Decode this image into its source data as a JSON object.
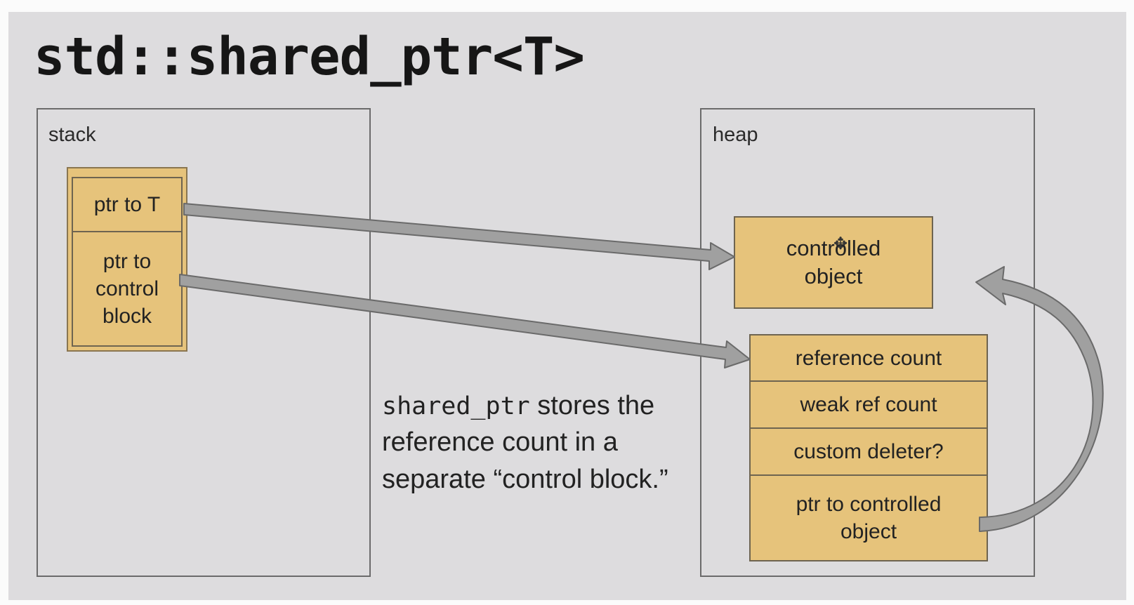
{
  "title": "std::shared_ptr<T>",
  "stack": {
    "label": "stack",
    "cells": [
      "ptr to T",
      "ptr to\ncontrol\nblock"
    ]
  },
  "heap": {
    "label": "heap",
    "controlled_object": "controlled\nobject",
    "control_block": [
      "reference count",
      "weak ref count",
      "custom deleter?",
      "ptr to controlled\nobject"
    ]
  },
  "caption": {
    "code": "shared_ptr",
    "text_after_code": " stores the reference count in a separate “control block.”"
  },
  "colors": {
    "box_fill": "#e6c37b",
    "arrow_fill": "#a0a0a0",
    "background": "#dddcde"
  },
  "icons": [
    "move-cursor-icon"
  ]
}
